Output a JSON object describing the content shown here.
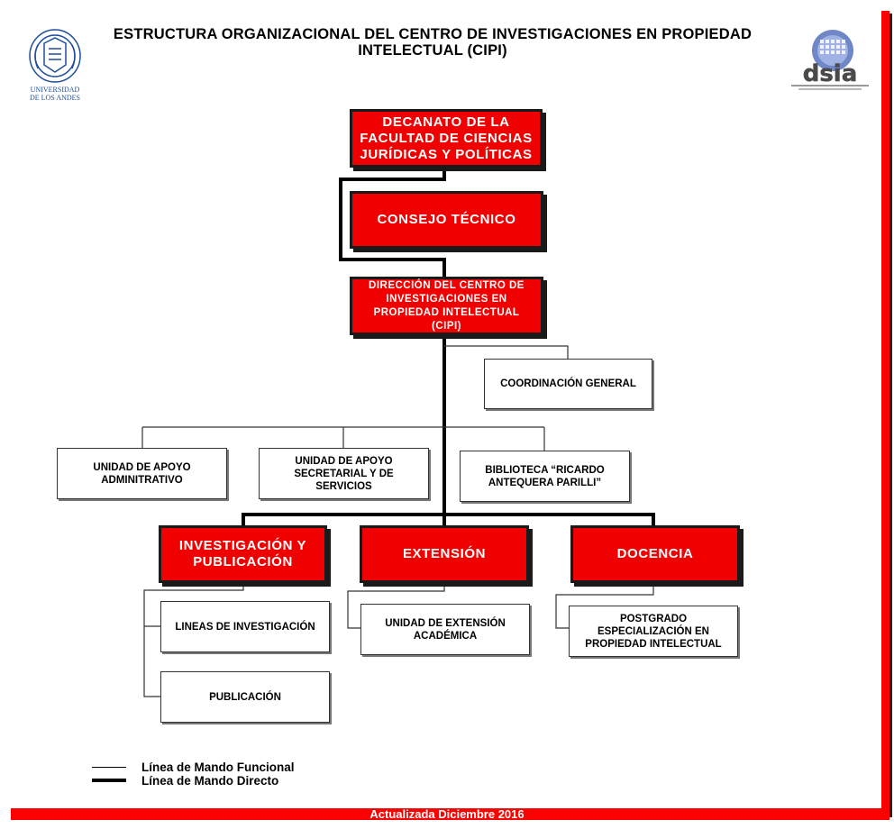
{
  "title": "ESTRUCTURA ORGANIZACIONAL DEL CENTRO DE INVESTIGACIONES EN PROPIEDAD INTELECTUAL  (CIPI)",
  "logos": {
    "ula_text": "UNIVERSIDAD DE LOS ANDES",
    "dsia_text": "dsia"
  },
  "nodes": {
    "decanato": "DECANATO DE LA FACULTAD DE CIENCIAS JURÍDICAS Y POLÍTICAS",
    "consejo": "CONSEJO TÉCNICO",
    "direccion": "DIRECCIÓN DEL CENTRO DE INVESTIGACIONES EN PROPIEDAD INTELECTUAL (CIPI)",
    "coordinacion": "COORDINACIÓN GENERAL",
    "apoyo_admin": "UNIDAD DE APOYO ADMINITRATIVO",
    "apoyo_secretarial": "UNIDAD DE APOYO SECRETARIAL Y DE SERVICIOS",
    "biblioteca": "BIBLIOTECA “RICARDO ANTEQUERA PARILLI”",
    "investigacion": "INVESTIGACIÓN Y PUBLICACIÓN",
    "extension": "EXTENSIÓN",
    "docencia": "DOCENCIA",
    "lineas": "LINEAS DE INVESTIGACIÓN",
    "publicacion": "PUBLICACIÓN",
    "unidad_extension": "UNIDAD DE EXTENSIÓN ACADÉMICA",
    "postgrado": "POSTGRADO ESPECIALIZACIÓN EN PROPIEDAD INTELECTUAL"
  },
  "legend": {
    "funcional": "Línea de Mando Funcional",
    "directo": "Línea de Mando Directo"
  },
  "footer": "Actualizada Diciembre 2016",
  "colors": {
    "accent_red": "#f00000",
    "line": "#000000",
    "footer_bar": "#ff0000"
  }
}
